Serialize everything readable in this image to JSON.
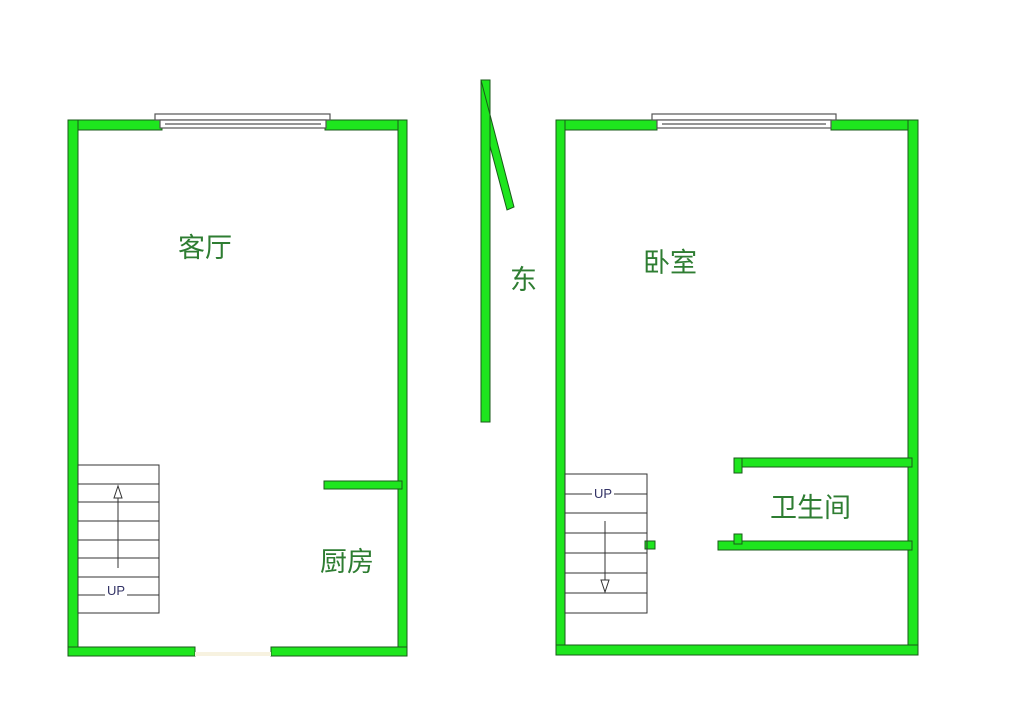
{
  "floor_plan": {
    "level_1": {
      "rooms": [
        {
          "id": "living_room",
          "label": "客厅"
        },
        {
          "id": "kitchen",
          "label": "厨房"
        }
      ],
      "stair": {
        "label": "UP",
        "direction": "up"
      }
    },
    "level_2": {
      "rooms": [
        {
          "id": "bedroom",
          "label": "卧室"
        },
        {
          "id": "bathroom",
          "label": "卫生间"
        }
      ],
      "stair": {
        "label": "UP",
        "direction": "down"
      }
    },
    "compass": {
      "direction_label": "东",
      "icon": "north-arrow-icon"
    },
    "colors": {
      "wall": "#1ee61e",
      "text": "#2e7d32",
      "background": "#ffffff"
    }
  }
}
